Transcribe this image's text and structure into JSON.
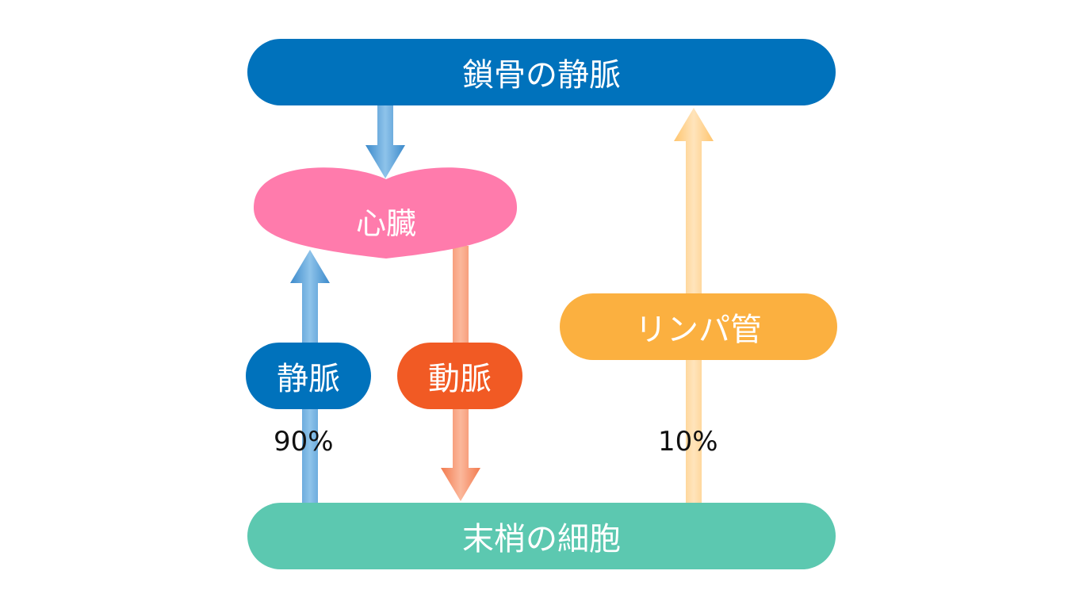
{
  "nodes": {
    "subclavian_vein": "鎖骨の静脈",
    "heart": "心臓",
    "peripheral_cells": "末梢の細胞",
    "lymph_vessel": "リンパ管",
    "vein": "静脈",
    "artery": "動脈"
  },
  "percentages": {
    "vein": "90%",
    "lymph": "10%"
  },
  "colors": {
    "top_box": "#0072BC",
    "heart": "#FF7BAC",
    "bottom_box": "#5CC8B0",
    "lymph": "#FBB040",
    "vein": "#0072BC",
    "artery": "#F15A24",
    "arrow_blue": "#4A98D2",
    "arrow_orange": "#F7906A",
    "arrow_lymph": "#FFD08A"
  }
}
